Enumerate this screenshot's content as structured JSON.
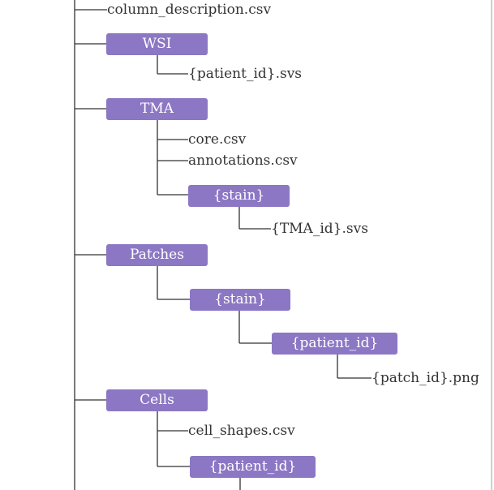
{
  "colors": {
    "folder_fill": "#8c77c4",
    "folder_text": "#ffffff",
    "file_text": "#333333",
    "connector": "#333333"
  },
  "tree": {
    "column_description": "column_description.csv",
    "wsi": {
      "label": "WSI",
      "patient_svs": "{patient_id}.svs"
    },
    "tma": {
      "label": "TMA",
      "core": "core.csv",
      "annotations": "annotations.csv",
      "stain": {
        "label": "{stain}",
        "tma_svs": "{TMA_id}.svs"
      }
    },
    "patches": {
      "label": "Patches",
      "stain": {
        "label": "{stain}",
        "patient": {
          "label": "{patient_id}",
          "patch_png": "{patch_id}.png"
        }
      }
    },
    "cells": {
      "label": "Cells",
      "cell_shapes": "cell_shapes.csv",
      "patient": {
        "label": "{patient_id}"
      }
    }
  }
}
